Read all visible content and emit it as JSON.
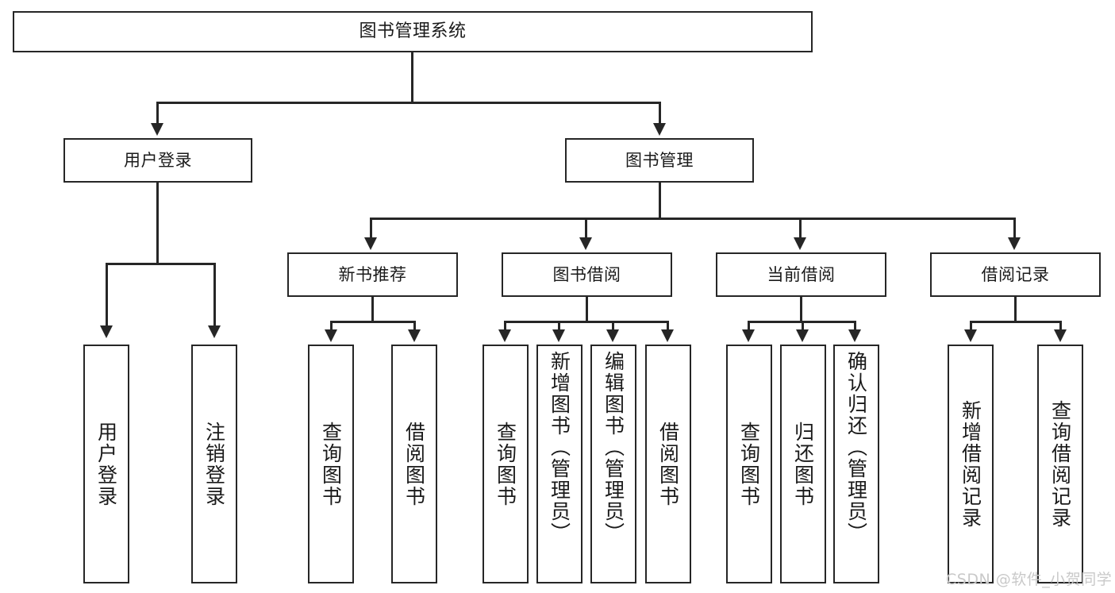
{
  "diagram": {
    "title": "图书管理系统",
    "type": "tree-hierarchy",
    "watermark": "CSDN @软件_小贺同学",
    "colors": {
      "background": "#ffffff",
      "border": "#262626",
      "text": "#1a1a1a",
      "watermark": "#c9c9c9"
    }
  },
  "root": {
    "label": "图书管理系统"
  },
  "level2": [
    {
      "label": "用户登录"
    },
    {
      "label": "图书管理"
    }
  ],
  "level3": [
    {
      "label": "新书推荐"
    },
    {
      "label": "图书借阅"
    },
    {
      "label": "当前借阅"
    },
    {
      "label": "借阅记录"
    }
  ],
  "leaves": {
    "user_login": [
      {
        "label": "用户登录"
      },
      {
        "label": "注销登录"
      }
    ],
    "new_book_recommend": [
      {
        "label": "查询图书"
      },
      {
        "label": "借阅图书"
      }
    ],
    "book_borrow": [
      {
        "label": "查询图书"
      },
      {
        "label": "新增图书（管理员）"
      },
      {
        "label": "编辑图书（管理员）"
      },
      {
        "label": "借阅图书"
      }
    ],
    "current_borrow": [
      {
        "label": "查询图书"
      },
      {
        "label": "归还图书"
      },
      {
        "label": "确认归还（管理员）"
      }
    ],
    "borrow_records": [
      {
        "label": "新增借阅记录"
      },
      {
        "label": "查询借阅记录"
      }
    ]
  }
}
